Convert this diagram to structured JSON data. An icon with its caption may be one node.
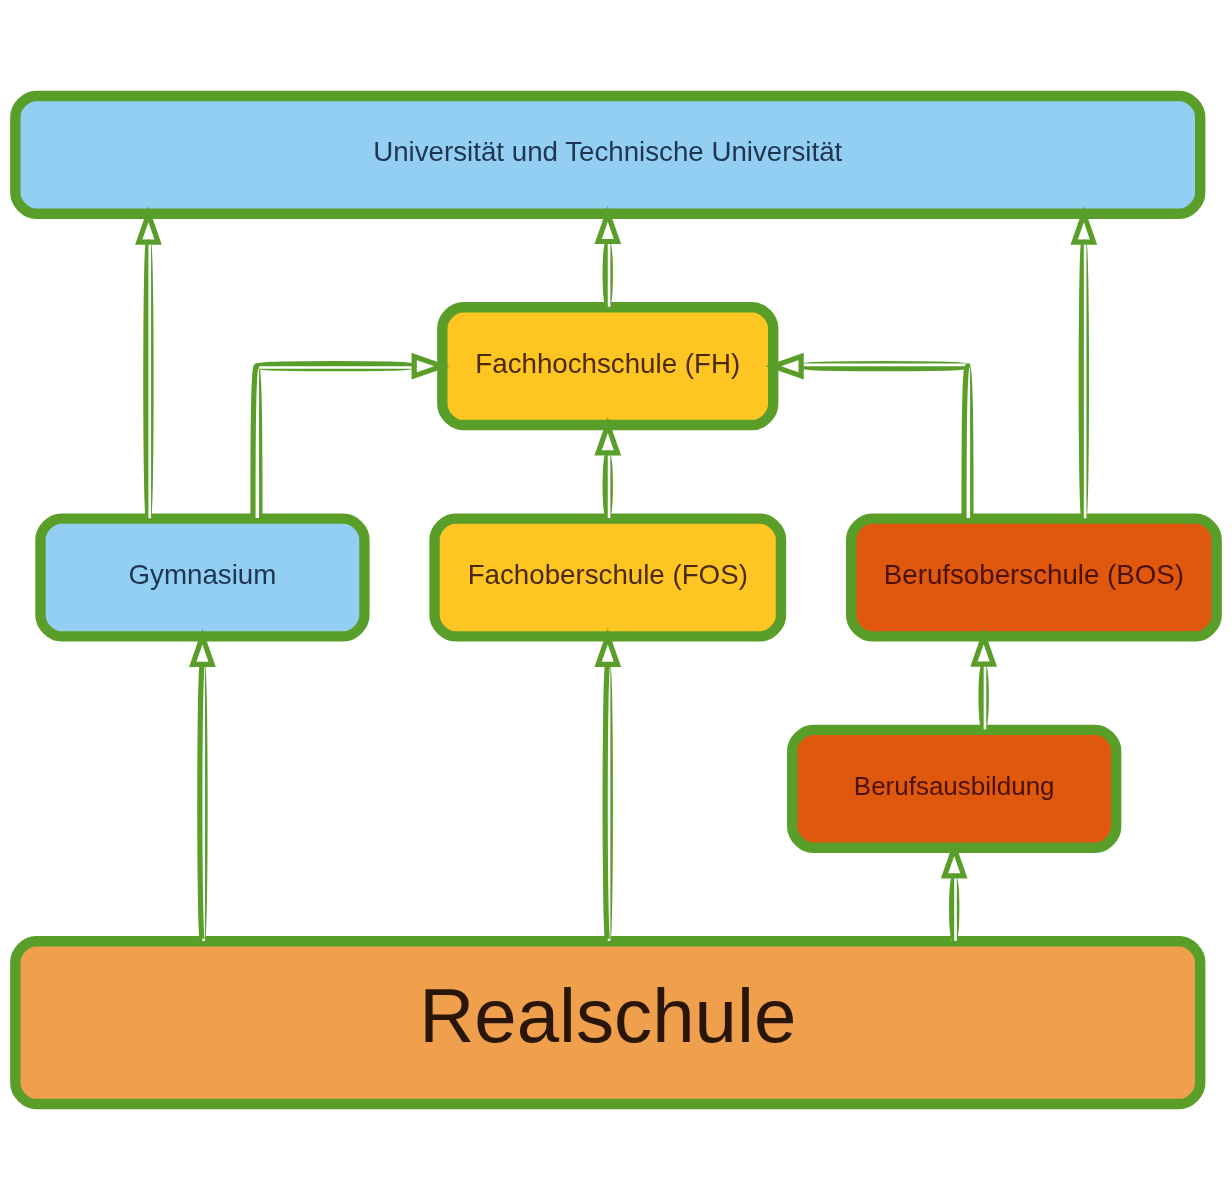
{
  "diagram": {
    "nodes": [
      {
        "text": [
          "Universität und Technische Universität"
        ]
      },
      {
        "text": [
          "Fachhochschule (FH)"
        ]
      },
      {
        "text": [
          "Gymnasium"
        ]
      },
      {
        "text": [
          "Fachoberschule (FOS)"
        ]
      },
      {
        "text": [
          "Berufsoberschule (BOS)"
        ]
      },
      {
        "text": [
          "Berufsausbildung"
        ]
      },
      {
        "text": [
          "Realschule"
        ]
      }
    ],
    "edges": [
      {
        "from": 2,
        "to": 0,
        "arrow": "to"
      },
      {
        "from": 2,
        "to": 1,
        "arrow": "to"
      },
      {
        "from": 1,
        "to": 0,
        "arrow": "to"
      },
      {
        "from": 4,
        "to": 0,
        "arrow": "to"
      },
      {
        "from": 4,
        "to": 1,
        "arrow": "to"
      },
      {
        "from": 3,
        "to": 1,
        "arrow": "to"
      },
      {
        "from": 6,
        "to": 2,
        "arrow": "to"
      },
      {
        "from": 6,
        "to": 3,
        "arrow": "to"
      },
      {
        "from": 6,
        "to": 5,
        "arrow": "to"
      },
      {
        "from": 5,
        "to": 4,
        "arrow": "to"
      }
    ]
  }
}
